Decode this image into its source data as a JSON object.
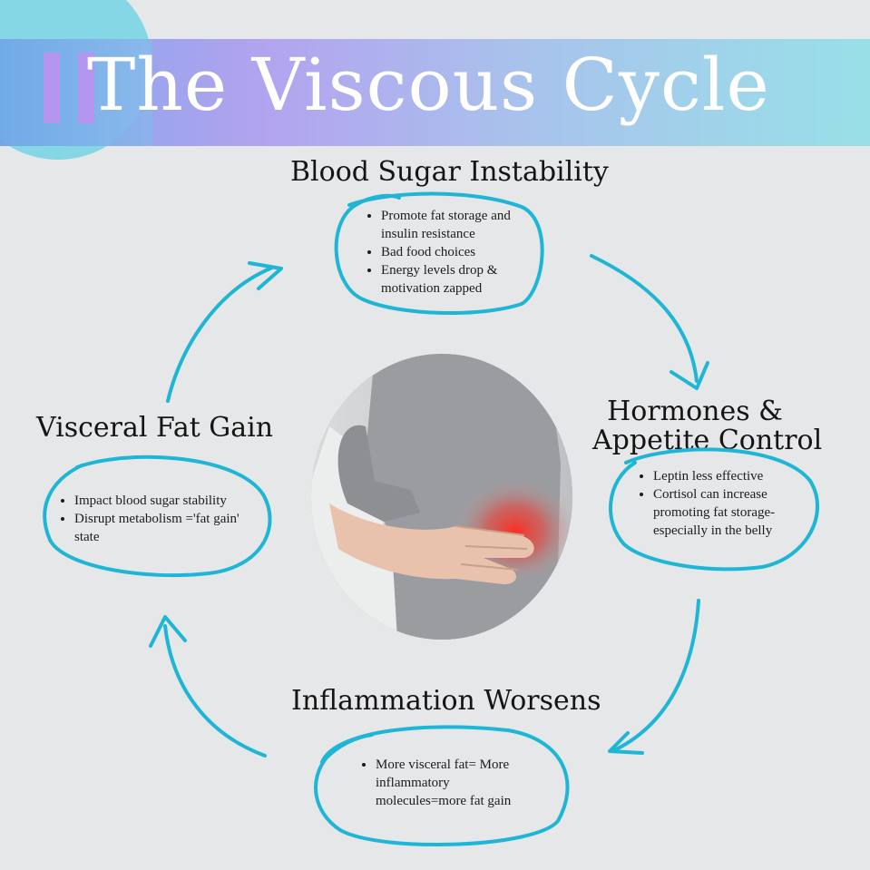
{
  "title": "The Viscous Cycle",
  "colors": {
    "accent": "#1fb6d6",
    "banner_start": "#7ea5ea",
    "banner_mid": "#b2a3ef",
    "banner_end": "#98e0e8"
  },
  "stages": {
    "top": {
      "heading": "Blood Sugar Instability",
      "bullets": [
        "Promote fat storage and insulin resistance",
        "Bad food choices",
        "Energy levels drop & motivation zapped"
      ]
    },
    "right": {
      "heading_line1": "Hormones &",
      "heading_line2": "Appetite Control",
      "bullets": [
        "Leptin less effective",
        "Cortisol can increase promoting fat storage- especially in the belly"
      ]
    },
    "bottom": {
      "heading": "Inflammation Worsens",
      "bullets": [
        "More visceral fat= More inflammatory molecules=more fat gain"
      ]
    },
    "left": {
      "heading": "Visceral Fat Gain",
      "bullets": [
        "Impact blood sugar stability",
        "Disrupt metabolism ='fat gain' state"
      ]
    }
  },
  "center_image": {
    "icon": "torso-hand-belly-pain-photo"
  }
}
